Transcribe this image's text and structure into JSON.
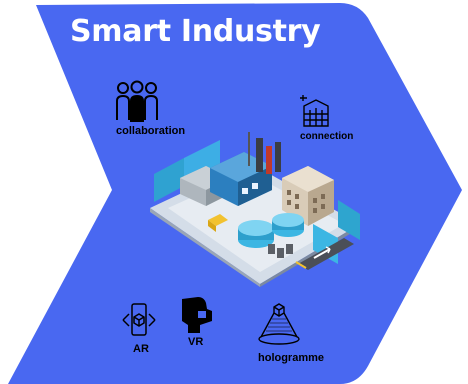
{
  "title": "Smart Industry",
  "labels": {
    "collaboration": "collaboration",
    "connection": "connection",
    "ar": "AR",
    "vr": "VR",
    "hologramme": "hologramme"
  },
  "colors": {
    "chevron": "#4968f1",
    "title": "#ffffff",
    "labels": "#000000",
    "tank": "#3cb6e3",
    "building": "#d9ccb8",
    "fence": "#2ea5cf"
  },
  "icons": [
    "people-icon",
    "building-icon",
    "factory-illustration",
    "ar-phone-icon",
    "vr-headset-icon",
    "hologram-icon"
  ]
}
